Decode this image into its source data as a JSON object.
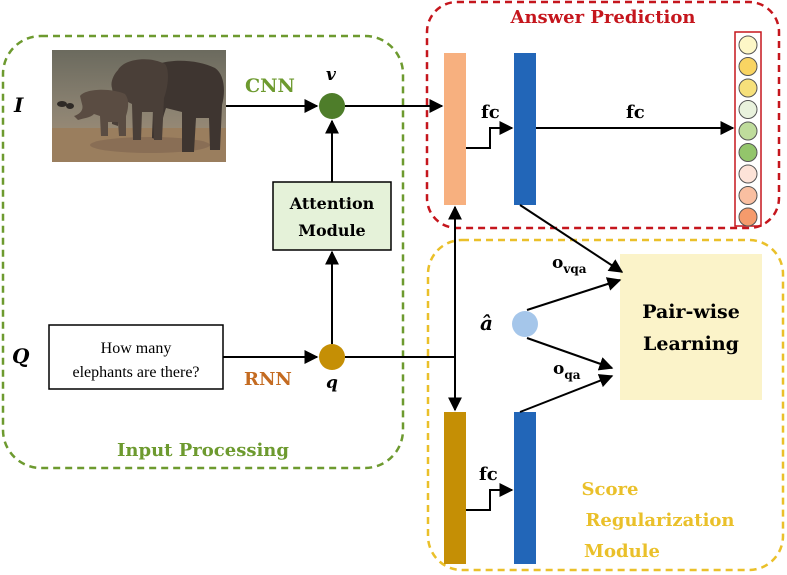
{
  "colors": {
    "green": "#6d9a2f",
    "red": "#c5161d",
    "gold": "#eac02a",
    "salmon": "#f7b07f",
    "blue": "#2266b8",
    "mustard": "#c58f05",
    "rnn": "#c46b21",
    "attention_fill": "#e5f2d9",
    "pairwise_fill": "#fbf3c9",
    "a_hat": "#a5c6ea",
    "v_node": "#4e7d2a",
    "q_node": "#c58f05"
  },
  "labels": {
    "I": "I",
    "Q": "Q",
    "cnn": "CNN",
    "v": "v",
    "rnn": "RNN",
    "q": "q",
    "attention_line1": "Attention",
    "attention_line2": "Module",
    "question_line1": "How many",
    "question_line2": "elephants are there?",
    "input_processing": "Input Processing",
    "answer_prediction": "Answer Prediction",
    "fc_1": "fc",
    "fc_2": "fc",
    "fc_3": "fc",
    "o_vqa": "o",
    "o_vqa_sub": "vqa",
    "o_qa": "o",
    "o_qa_sub": "qa",
    "a_hat": "â",
    "pairwise_line1": "Pair-wise",
    "pairwise_line2": "Learning",
    "score_line1": "Score",
    "score_line2": "Regularization",
    "score_line3": "Module"
  },
  "output_vector": [
    "#fdf7c7",
    "#f9d462",
    "#f6e07b",
    "#e9f2dd",
    "#bfdc9c",
    "#93c56b",
    "#fde3d8",
    "#f9bfa1",
    "#f59b6c"
  ]
}
